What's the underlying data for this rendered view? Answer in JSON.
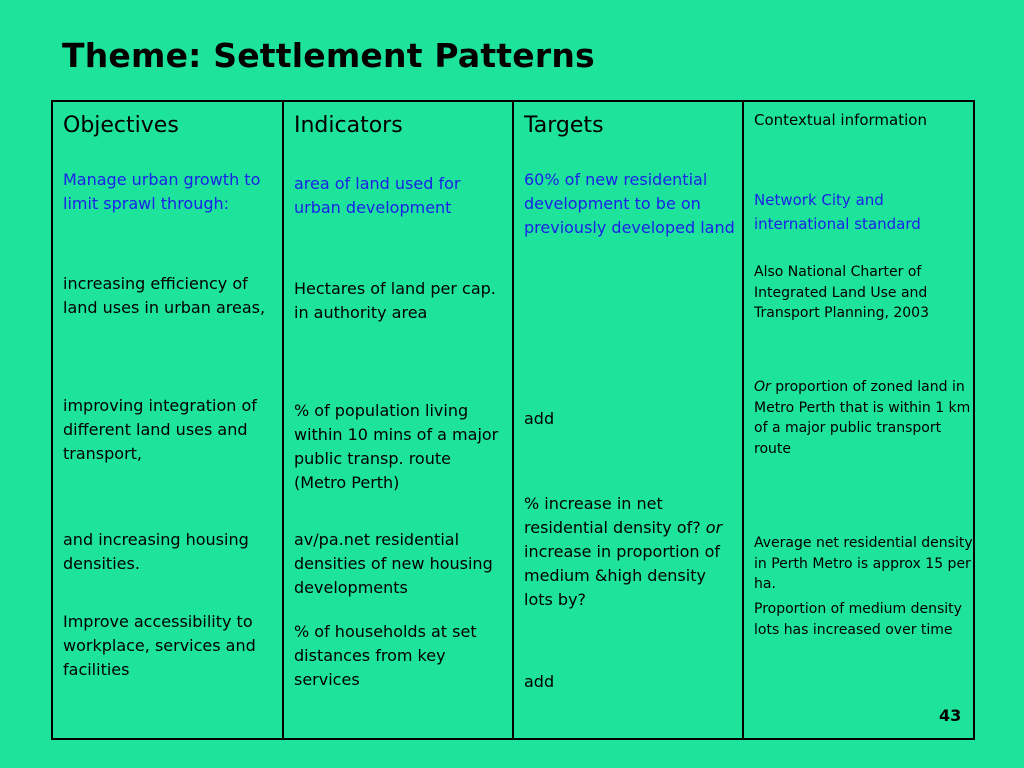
{
  "title": "Theme: Settlement Patterns",
  "objectives": {
    "header": "Objectives",
    "intro": "Manage urban growth to limit sprawl through:",
    "item1": "increasing efficiency of land uses in urban areas,",
    "item2": "improving integration of different land uses and transport,",
    "item3": "and increasing housing densities.",
    "item4": "Improve accessibility to workplace, services and facilities"
  },
  "indicators": {
    "header": "Indicators",
    "item1": "area of land used for urban development",
    "item2": "Hectares of land per cap. in authority area",
    "item3": "% of population living within 10 mins of a major public transp. route (Metro Perth)",
    "item4": "av/pa.net residential densities of new housing developments",
    "item5": "% of households at set distances from key services"
  },
  "targets": {
    "header": "Targets",
    "item1": "60% of new residential development to be on previously developed land",
    "item2": "add",
    "item3_a": "% increase in net residential density of? ",
    "item3_or": "or",
    "item3_b": " increase in proportion of medium &high density lots by?",
    "item4": "add"
  },
  "context": {
    "header": "Contextual information",
    "item1": "Network City and international standard",
    "item2": "Also National Charter of Integrated Land Use and Transport Planning, 2003",
    "item3_or": "Or",
    "item3_rest": " proportion of zoned land in Metro Perth that is within 1 km of a major public transport route",
    "item4": "Average net residential density in Perth Metro is approx 15 per ha.",
    "item5": "Proportion of medium density lots has increased over time"
  },
  "page_number": "43"
}
